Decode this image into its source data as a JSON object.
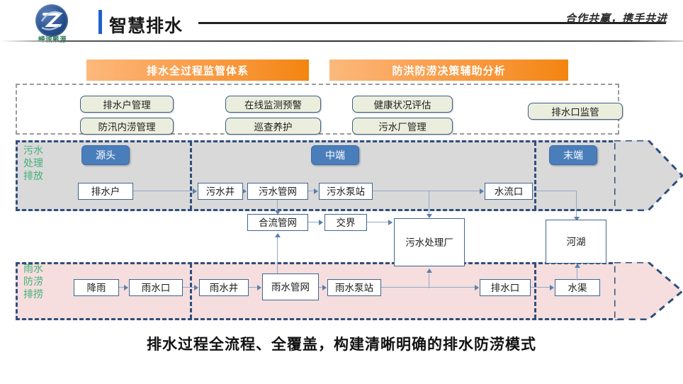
{
  "header": {
    "logo_text": "嵘诚聚源",
    "logo_icon": "circular-z-emblem",
    "title": "智慧排水",
    "slogan": "合作共赢，携手共进",
    "accent_color": "#1f5fd0"
  },
  "banners": [
    {
      "label": "排水全过程监管体系",
      "color": "#f79231"
    },
    {
      "label": "防洪防涝决策辅助分析",
      "color": "#f79231"
    }
  ],
  "function_chips": [
    {
      "label": "排水户管理"
    },
    {
      "label": "防汛内涝管理"
    },
    {
      "label": "在线监测预警"
    },
    {
      "label": "巡查养护"
    },
    {
      "label": "健康状况评估"
    },
    {
      "label": "污水厂管理"
    },
    {
      "label": "排水口监管"
    }
  ],
  "bands": [
    {
      "id": "sewage",
      "label": "污水\n处理\n排放",
      "fill": "#d9d9d9",
      "border": "#2f4f7d",
      "label_color": "#44b07a"
    },
    {
      "id": "stormwater",
      "label": "雨水\n防涝\n排捞",
      "fill": "#f5dedd",
      "border": "#2f4f7d",
      "label_color": "#44b07a"
    }
  ],
  "stages": [
    {
      "label": "源头"
    },
    {
      "label": "中端"
    },
    {
      "label": "末端"
    }
  ],
  "nodes": {
    "sewage_row": [
      {
        "label": "排水户"
      },
      {
        "label": "污水井"
      },
      {
        "label": "污水管网"
      },
      {
        "label": "污水泵站"
      },
      {
        "label": "水流口"
      }
    ],
    "middle_row": [
      {
        "label": "合流管网"
      },
      {
        "label": "交界"
      },
      {
        "label": "污水处理厂"
      },
      {
        "label": "河湖"
      }
    ],
    "storm_row": [
      {
        "label": "降雨"
      },
      {
        "label": "雨水口"
      },
      {
        "label": "雨水井"
      },
      {
        "label": "雨水管网"
      },
      {
        "label": "雨水泵站"
      },
      {
        "label": "排水口"
      },
      {
        "label": "水渠"
      }
    ]
  },
  "caption": "排水过程全流程、全覆盖，构建清晰明确的排水防涝模式"
}
